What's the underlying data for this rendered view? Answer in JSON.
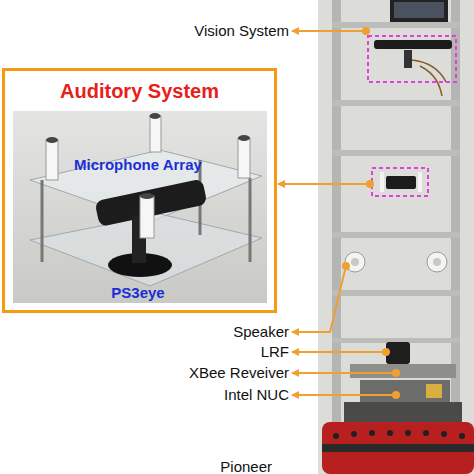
{
  "diagram": {
    "nodes": [
      {
        "text": [
          "Auditory System"
        ]
      },
      {
        "text": [
          "Microphone Array",
          "PS3eye"
        ],
        "in": 0
      }
    ],
    "labels": [
      "Vision System",
      "Speaker",
      "LRF",
      "XBee Reveiver",
      "Intel NUC",
      "Pioneer"
    ]
  }
}
